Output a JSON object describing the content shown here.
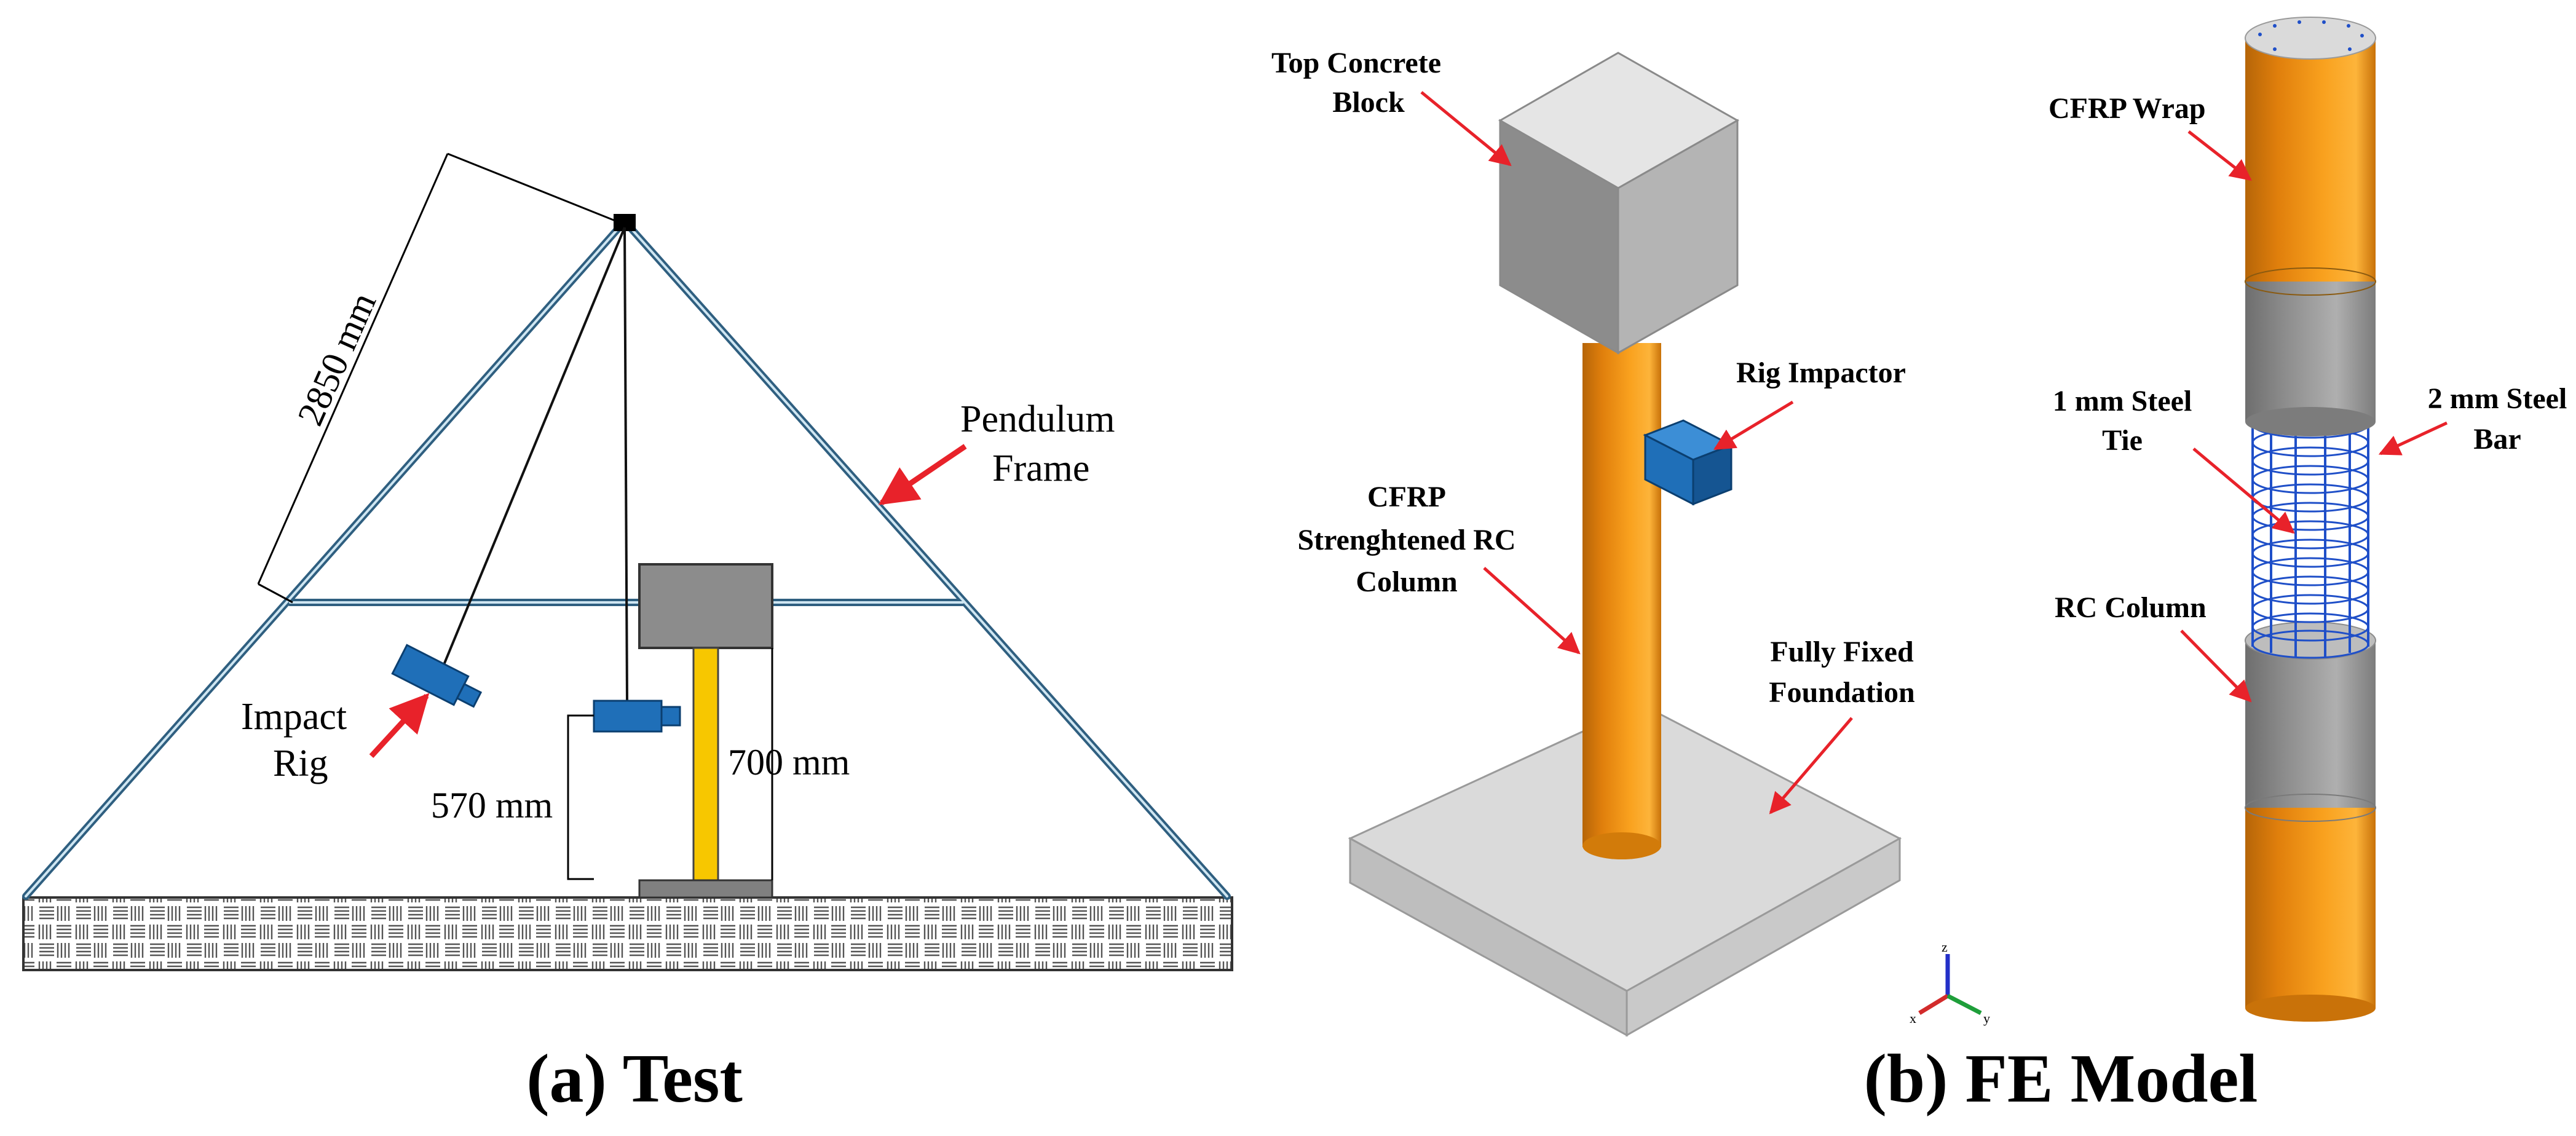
{
  "panel_a": {
    "caption": "(a) Test",
    "labels": {
      "pendulum_frame_l1": "Pendulum",
      "pendulum_frame_l2": "Frame",
      "impact_rig_l1": "Impact",
      "impact_rig_l2": "Rig"
    },
    "dimensions": {
      "arm_length": "2850 mm",
      "impact_height": "570 mm",
      "column_height": "700 mm"
    }
  },
  "panel_b": {
    "caption": "(b) FE Model",
    "labels": {
      "top_block_l1": "Top Concrete",
      "top_block_l2": "Block",
      "rig_impactor": "Rig Impactor",
      "cfrp_col_l1": "CFRP",
      "cfrp_col_l2": "Strenghtened RC",
      "cfrp_col_l3": "Column",
      "foundation_l1": "Fully Fixed",
      "foundation_l2": "Foundation",
      "cfrp_wrap": "CFRP Wrap",
      "tie_l1": "1 mm Steel",
      "tie_l2": "Tie",
      "bar_l1": "2 mm Steel",
      "bar_l2": "Bar",
      "rc_column": "RC Column"
    },
    "axis_triad": {
      "x": "x",
      "y": "y",
      "z": "z"
    }
  },
  "colors": {
    "cfrp_orange": "#F39A12",
    "steel_blue": "#1F6FB8",
    "concrete_grey": "#9C9C9C",
    "frame_blue": "#5D8FB0",
    "column_yellow": "#F7C700",
    "arrow_red": "#E8222A"
  }
}
